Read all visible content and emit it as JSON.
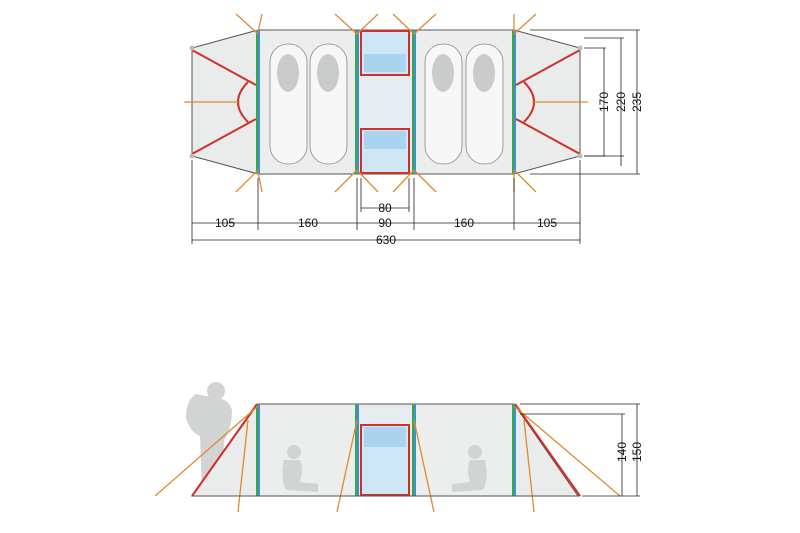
{
  "top_view": {
    "widths": [
      "105",
      "160",
      "90",
      "160",
      "105"
    ],
    "inner_width": "80",
    "total_length": "630",
    "heights": [
      "170",
      "220",
      "235"
    ]
  },
  "side_view": {
    "heights": [
      "140",
      "150"
    ]
  },
  "colors": {
    "frame_red": "#d0302a",
    "pole_green": "#3aa84a",
    "pole_blue": "#3f8fd8",
    "guy_orange": "#e08a2e",
    "fabric_grey": "#e9ecea",
    "window_blue": "#a9d3ef"
  }
}
